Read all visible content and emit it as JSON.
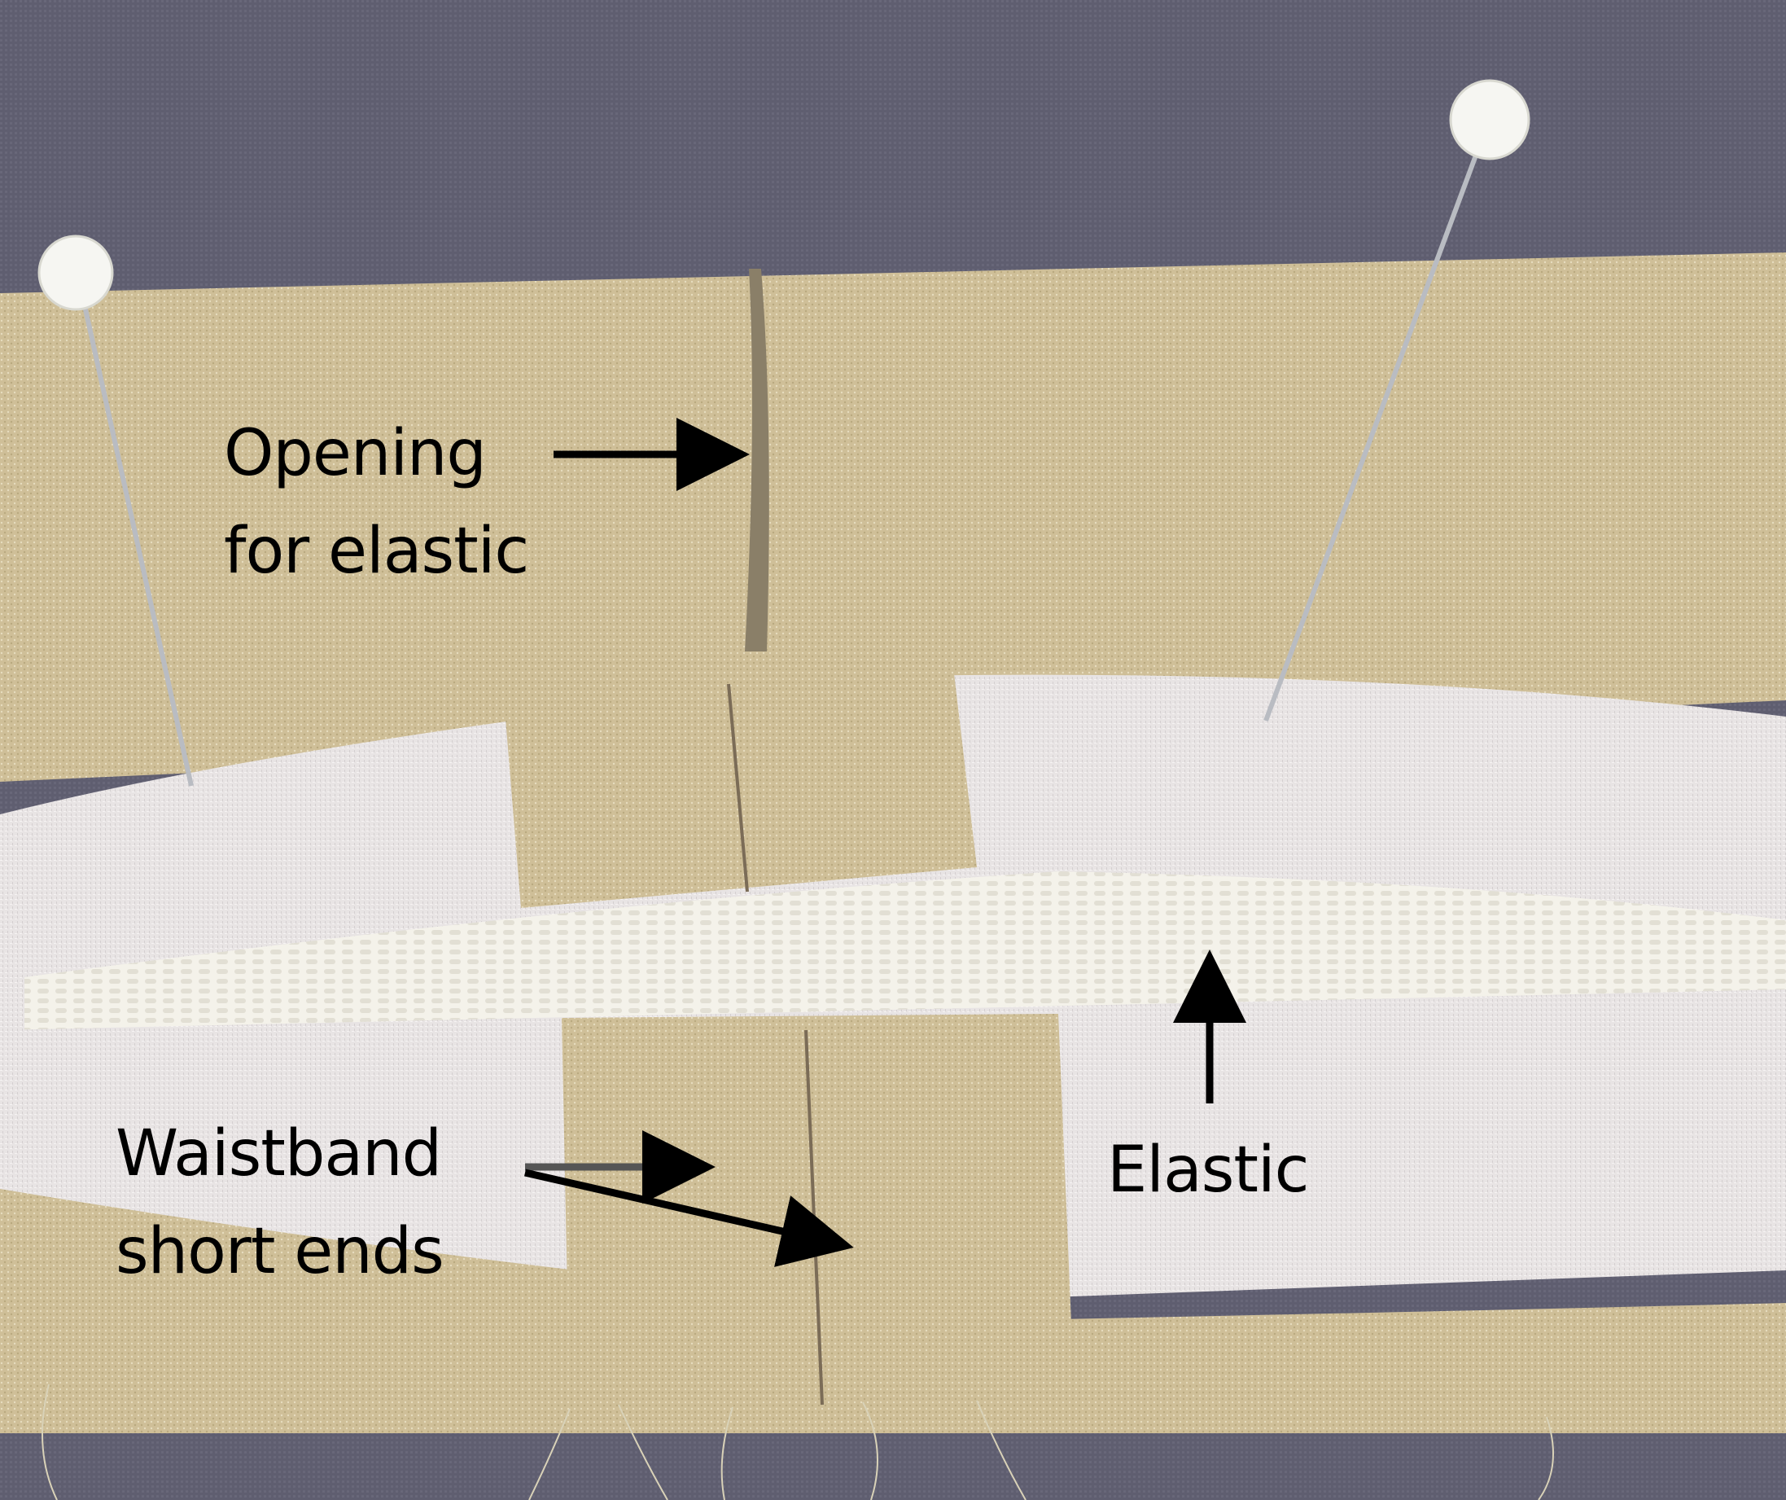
{
  "annotations": {
    "opening_line1": "Opening",
    "opening_line2": "for elastic",
    "waistband_line1": "Waistband",
    "waistband_line2": "short ends",
    "elastic": "Elastic"
  },
  "colors": {
    "background_cloth": "#5f5e70",
    "beige_fabric": "#cfbf98",
    "white_fabric": "#e8e4e4",
    "elastic": "#f4f2ea",
    "pin_head": "#f6f6f2",
    "arrow": "#000000"
  }
}
